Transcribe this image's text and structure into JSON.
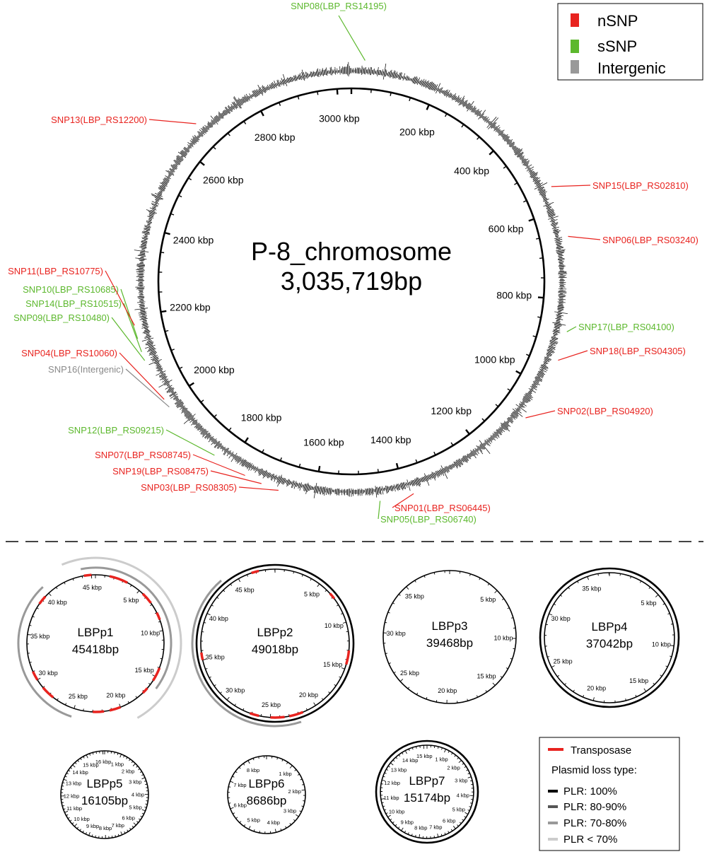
{
  "colors": {
    "nSNP": "#e8231f",
    "sSNP": "#5cb82d",
    "Intergenic": "#8a8a8a",
    "transposase": "#e8231f"
  },
  "legend_top": {
    "items": [
      {
        "label": "nSNP",
        "color": "#e8231f"
      },
      {
        "label": "sSNP",
        "color": "#5cb82d"
      },
      {
        "label": "Intergenic",
        "color": "#999999"
      }
    ]
  },
  "chromosome": {
    "name": "P-8_chromosome",
    "size_label": "3,035,719bp",
    "size_bp": 3035719,
    "tick_labels": [
      "200 kbp",
      "400 kbp",
      "600 kbp",
      "800 kbp",
      "1000 kbp",
      "1200 kbp",
      "1400 kbp",
      "1600 kbp",
      "1800 kbp",
      "2000 kbp",
      "2200 kbp",
      "2400 kbp",
      "2600 kbp",
      "2800 kbp",
      "3000 kbp"
    ],
    "tick_kbp": [
      200,
      400,
      600,
      800,
      1000,
      1200,
      1400,
      1600,
      1800,
      2000,
      2200,
      2400,
      2600,
      2800,
      3000
    ],
    "snps": [
      {
        "label": "SNP08(LBP_RS14195)",
        "type": "sSNP",
        "kbp": 30
      },
      {
        "label": "SNP15(LBP_RS02810)",
        "type": "nSNP",
        "kbp": 545
      },
      {
        "label": "SNP06(LBP_RS03240)",
        "type": "nSNP",
        "kbp": 660
      },
      {
        "label": "SNP17(LBP_RS04100)",
        "type": "sSNP",
        "kbp": 870
      },
      {
        "label": "SNP18(LBP_RS04305)",
        "type": "nSNP",
        "kbp": 935
      },
      {
        "label": "SNP02(LBP_RS04920)",
        "type": "nSNP",
        "kbp": 1080
      },
      {
        "label": "SNP01(LBP_RS06445)",
        "type": "nSNP",
        "kbp": 1380
      },
      {
        "label": "SNP05(LBP_RS06740)",
        "type": "sSNP",
        "kbp": 1455
      },
      {
        "label": "SNP03(LBP_RS08305)",
        "type": "nSNP",
        "kbp": 1680
      },
      {
        "label": "SNP19(LBP_RS08475)",
        "type": "nSNP",
        "kbp": 1720
      },
      {
        "label": "SNP07(LBP_RS08745)",
        "type": "nSNP",
        "kbp": 1760
      },
      {
        "label": "SNP12(LBP_RS09215)",
        "type": "sSNP",
        "kbp": 1840
      },
      {
        "label": "SNP16(Intergenic)",
        "type": "Intergenic",
        "kbp": 1985
      },
      {
        "label": "SNP04(LBP_RS10060)",
        "type": "nSNP",
        "kbp": 2005
      },
      {
        "label": "SNP09(LBP_RS10480)",
        "type": "sSNP",
        "kbp": 2100
      },
      {
        "label": "SNP14(LBP_RS10515)",
        "type": "sSNP",
        "kbp": 2120
      },
      {
        "label": "SNP10(LBP_RS10685)",
        "type": "sSNP",
        "kbp": 2150
      },
      {
        "label": "SNP11(LBP_RS10775)",
        "type": "nSNP",
        "kbp": 2180
      },
      {
        "label": "SNP13(LBP_RS12200)",
        "type": "nSNP",
        "kbp": 2660
      }
    ]
  },
  "plasmids": [
    {
      "name": "LBPp1",
      "size_label": "45418bp",
      "size_kbp": 45.418,
      "tick_step": 5,
      "tick_labels": [
        "5 kbp",
        "10 kbp",
        "15 kbp",
        "20 kbp",
        "25 kbp",
        "30 kbp",
        "35 kbp",
        "40 kbp",
        "45 kbp"
      ],
      "transposase_kbp": [
        [
          1.5,
          3.5
        ],
        [
          5.5,
          6.8
        ],
        [
          8,
          8.8
        ],
        [
          14,
          15.5
        ],
        [
          16.5,
          17.2
        ],
        [
          20,
          21.2
        ],
        [
          21.8,
          23
        ],
        [
          27.5,
          29
        ],
        [
          30,
          31
        ],
        [
          38.5,
          39.5
        ],
        [
          44.2,
          45
        ]
      ],
      "loss_arcs": [
        {
          "from": 44,
          "to": 16,
          "level": "70-80"
        },
        {
          "from": 25,
          "to": 40,
          "level": "70-80"
        },
        {
          "from": 42.5,
          "to": 19,
          "level": "lt70"
        }
      ]
    },
    {
      "name": "LBPp2",
      "size_label": "49018bp",
      "size_kbp": 49.018,
      "tick_step": 5,
      "tick_labels": [
        "5 kbp",
        "10 kbp",
        "15 kbp",
        "20 kbp",
        "25 kbp",
        "30 kbp",
        "35 kbp",
        "40 kbp",
        "45 kbp"
      ],
      "transposase_kbp": [
        [
          6.5,
          7.2
        ],
        [
          13,
          14.5
        ],
        [
          21.5,
          23
        ],
        [
          23.5,
          25
        ],
        [
          26.2,
          27.2
        ],
        [
          35,
          35.8
        ],
        [
          46.5,
          47.3
        ]
      ],
      "loss_arcs": [
        {
          "from": 0,
          "to": 49.018,
          "level": "100"
        },
        {
          "from": 22,
          "to": 43.5,
          "level": "70-80"
        }
      ]
    },
    {
      "name": "LBPp3",
      "size_label": "39468bp",
      "size_kbp": 39.468,
      "tick_step": 5,
      "tick_labels": [
        "5 kbp",
        "10 kbp",
        "15 kbp",
        "20 kbp",
        "25 kbp",
        "30 kbp",
        "35 kbp"
      ],
      "transposase_kbp": [],
      "loss_arcs": []
    },
    {
      "name": "LBPp4",
      "size_label": "37042bp",
      "size_kbp": 37.042,
      "tick_step": 5,
      "tick_labels": [
        "5 kbp",
        "10 kbp",
        "15 kbp",
        "20 kbp",
        "25 kbp",
        "30 kbp",
        "35 kbp"
      ],
      "transposase_kbp": [],
      "loss_arcs": [
        {
          "from": 0,
          "to": 37.042,
          "level": "100"
        }
      ]
    },
    {
      "name": "LBPp5",
      "size_label": "16105bp",
      "size_kbp": 16.105,
      "tick_step": 1,
      "tick_labels": [
        "1 kbp",
        "2 kbp",
        "3 kbp",
        "4 kbp",
        "5 kbp",
        "6 kbp",
        "7 kbp",
        "8 kbp",
        "9 kbp",
        "10 kbp",
        "11 kbp",
        "12 kbp",
        "13 kbp",
        "14 kbp",
        "15 kbp",
        "16 kbp"
      ],
      "transposase_kbp": [],
      "loss_arcs": []
    },
    {
      "name": "LBPp6",
      "size_label": "8686bp",
      "size_kbp": 8.686,
      "tick_step": 1,
      "tick_labels": [
        "1 kbp",
        "2 kbp",
        "3 kbp",
        "4 kbp",
        "5 kbp",
        "6 kbp",
        "7 kbp",
        "8 kbp"
      ],
      "transposase_kbp": [],
      "loss_arcs": []
    },
    {
      "name": "LBPp7",
      "size_label": "15174bp",
      "size_kbp": 15.174,
      "tick_step": 1,
      "tick_labels": [
        "1 kbp",
        "2 kbp",
        "3 kbp",
        "4 kbp",
        "5 kbp",
        "6 kbp",
        "7 kbp",
        "8 kbp",
        "9 kbp",
        "10 kbp",
        "11 kbp",
        "12 kbp",
        "13 kbp",
        "14 kbp",
        "15 kbp"
      ],
      "transposase_kbp": [],
      "loss_arcs": [
        {
          "from": 0,
          "to": 15.174,
          "level": "100"
        }
      ]
    }
  ],
  "legend_bottom": {
    "transposase_label": "Transposase",
    "loss_title": "Plasmid loss type:",
    "items": [
      {
        "label": "PLR: 100%",
        "level": "100",
        "color": "#000000"
      },
      {
        "label": "PLR: 80-90%",
        "level": "80-90",
        "color": "#555555"
      },
      {
        "label": "PLR: 70-80%",
        "level": "70-80",
        "color": "#999999"
      },
      {
        "label": "PLR < 70%",
        "level": "lt70",
        "color": "#cccccc"
      }
    ]
  }
}
